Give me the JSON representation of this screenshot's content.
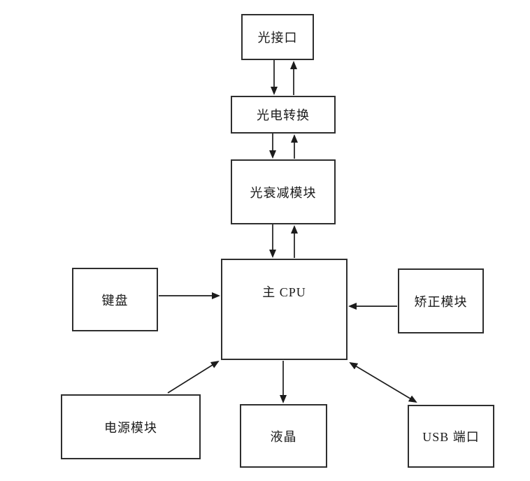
{
  "diagram": {
    "type": "block-diagram",
    "background_color": "#ffffff",
    "line_color": "#1c1c1c",
    "nodes": {
      "optical_interface": {
        "label": "光接口"
      },
      "photoelectric_conversion": {
        "label": "光电转换"
      },
      "optical_attenuation_module": {
        "label": "光衰减模块"
      },
      "main_cpu": {
        "label": "主 CPU"
      },
      "keyboard": {
        "label": "键盘"
      },
      "correction_module": {
        "label": "矫正模块"
      },
      "power_module": {
        "label": "电源模块"
      },
      "lcd": {
        "label": "液晶"
      },
      "usb_port": {
        "label": "USB 端口"
      }
    },
    "edges": [
      {
        "from": "光接口",
        "to": "光电转换",
        "direction": "both",
        "style": "two parallel vertical arrows"
      },
      {
        "from": "光电转换",
        "to": "光衰减模块",
        "direction": "both",
        "style": "two parallel vertical arrows"
      },
      {
        "from": "光衰减模块",
        "to": "主 CPU",
        "direction": "both",
        "style": "two parallel vertical arrows"
      },
      {
        "from": "键盘",
        "to": "主 CPU",
        "direction": "one-way",
        "style": "horizontal arrow"
      },
      {
        "from": "矫正模块",
        "to": "主 CPU",
        "direction": "one-way",
        "style": "horizontal arrow"
      },
      {
        "from": "电源模块",
        "to": "主 CPU",
        "direction": "one-way",
        "style": "diagonal arrow"
      },
      {
        "from": "主 CPU",
        "to": "液晶",
        "direction": "one-way",
        "style": "vertical arrow"
      },
      {
        "from": "主 CPU",
        "to": "USB 端口",
        "direction": "both",
        "style": "diagonal double-headed arrow"
      }
    ]
  }
}
